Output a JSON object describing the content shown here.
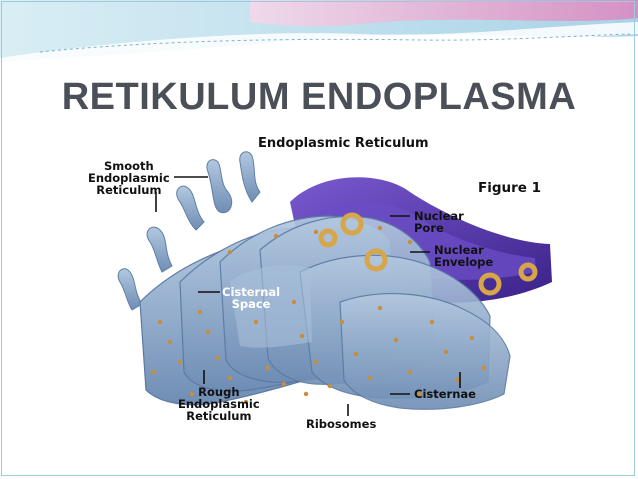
{
  "slide": {
    "title": "RETIKULUM ENDOPLASMA"
  },
  "figure": {
    "title": "Endoplasmic Reticulum",
    "number": "Figure 1",
    "labels": {
      "smooth": "Smooth\nEndoplasmic\nReticulum",
      "nuclear_pore": "Nuclear\nPore",
      "nuclear_envelope": "Nuclear\nEnvelope",
      "cisternal_space": "Cisternal\nSpace",
      "rough": "Rough\nEndoplasmic\nReticulum",
      "cisternae": "Cisternae",
      "ribosomes": "Ribosomes"
    }
  },
  "colors": {
    "title": "#4a4f58",
    "er_membrane": "#8fa9c9",
    "er_shadow": "#5f7ea6",
    "nucleus": "#4b2fa0",
    "nucleus_light": "#7a5ad0",
    "ribosome": "#c98d3a",
    "header_teal": "#c7e3ef",
    "header_pink": "#e9b6d6"
  }
}
